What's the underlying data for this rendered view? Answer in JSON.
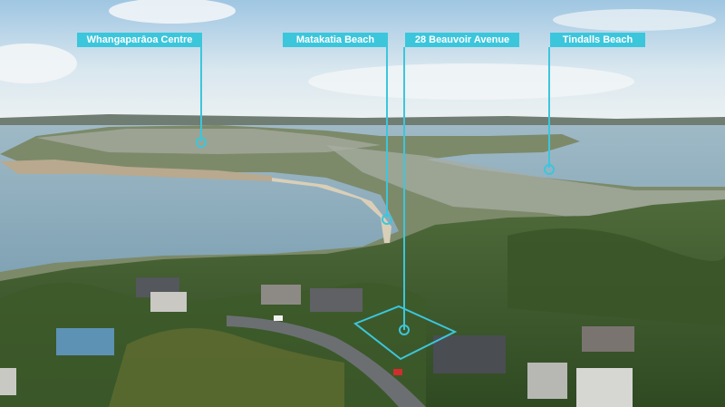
{
  "annotations": [
    {
      "label": "Whangaparāoa Centre"
    },
    {
      "label": "Matakatia Beach"
    },
    {
      "label": "28 Beauvoir Avenue"
    },
    {
      "label": "Tindalls Beach"
    }
  ],
  "colors": {
    "label_bg": "#3cc6dc",
    "label_text": "#ffffff",
    "marker_line": "#3cc6dc",
    "boundary": "#3cc6dc"
  }
}
